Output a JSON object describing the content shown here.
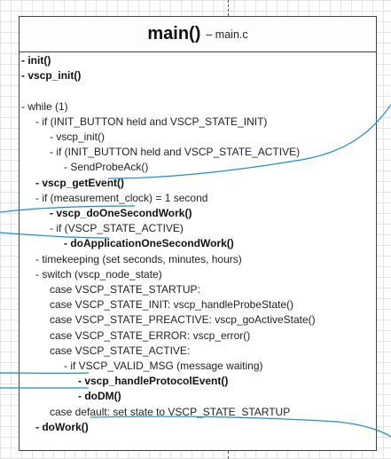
{
  "header": {
    "title": "main()",
    "subtitle": "– main.c"
  },
  "lines": [
    {
      "text": "- init()",
      "indent": 0,
      "bold": true
    },
    {
      "text": "- vscp_init()",
      "indent": 0,
      "bold": true
    },
    {
      "text": "",
      "indent": 0,
      "bold": false
    },
    {
      "text": "- while (1)",
      "indent": 0,
      "bold": false
    },
    {
      "text": "- if (INIT_BUTTON held and VSCP_STATE_INIT)",
      "indent": 1,
      "bold": false
    },
    {
      "text": "- vscp_init()",
      "indent": 2,
      "bold": false
    },
    {
      "text": "- if (INIT_BUTTON held and VSCP_STATE_ACTIVE)",
      "indent": 2,
      "bold": false
    },
    {
      "text": "- SendProbeAck()",
      "indent": 3,
      "bold": false
    },
    {
      "text": "- vscp_getEvent()",
      "indent": 1,
      "bold": true
    },
    {
      "text": "- if (measurement_clock) = 1 second",
      "indent": 1,
      "bold": false
    },
    {
      "text": "- vscp_doOneSecondWork()",
      "indent": 2,
      "bold": true
    },
    {
      "text": "- if (VSCP_STATE_ACTIVE)",
      "indent": 2,
      "bold": false
    },
    {
      "text": "- doApplicationOneSecondWork()",
      "indent": 3,
      "bold": true
    },
    {
      "text": "- timekeeping (set seconds, minutes, hours)",
      "indent": 1,
      "bold": false
    },
    {
      "text": "- switch (vscp_node_state)",
      "indent": 1,
      "bold": false
    },
    {
      "text": "case VSCP_STATE_STARTUP:",
      "indent": 2,
      "bold": false
    },
    {
      "text": "case VSCP_STATE_INIT: vscp_handleProbeState()",
      "indent": 2,
      "bold": false
    },
    {
      "text": "case VSCP_STATE_PREACTIVE: vscp_goActiveState()",
      "indent": 2,
      "bold": false
    },
    {
      "text": "case VSCP_STATE_ERROR: vscp_error()",
      "indent": 2,
      "bold": false
    },
    {
      "text": "case VSCP_STATE_ACTIVE:",
      "indent": 2,
      "bold": false
    },
    {
      "text": "- if VSCP_VALID_MSG (message waiting)",
      "indent": 3,
      "bold": false
    },
    {
      "text": "- vscp_handleProtocolEvent()",
      "indent": 4,
      "bold": true
    },
    {
      "text": "- doDM()",
      "indent": 4,
      "bold": true
    },
    {
      "text": "case default: set state to VSCP_STATE_STARTUP",
      "indent": 2,
      "bold": false
    },
    {
      "text": "- doWork()",
      "indent": 1,
      "bold": true
    }
  ]
}
